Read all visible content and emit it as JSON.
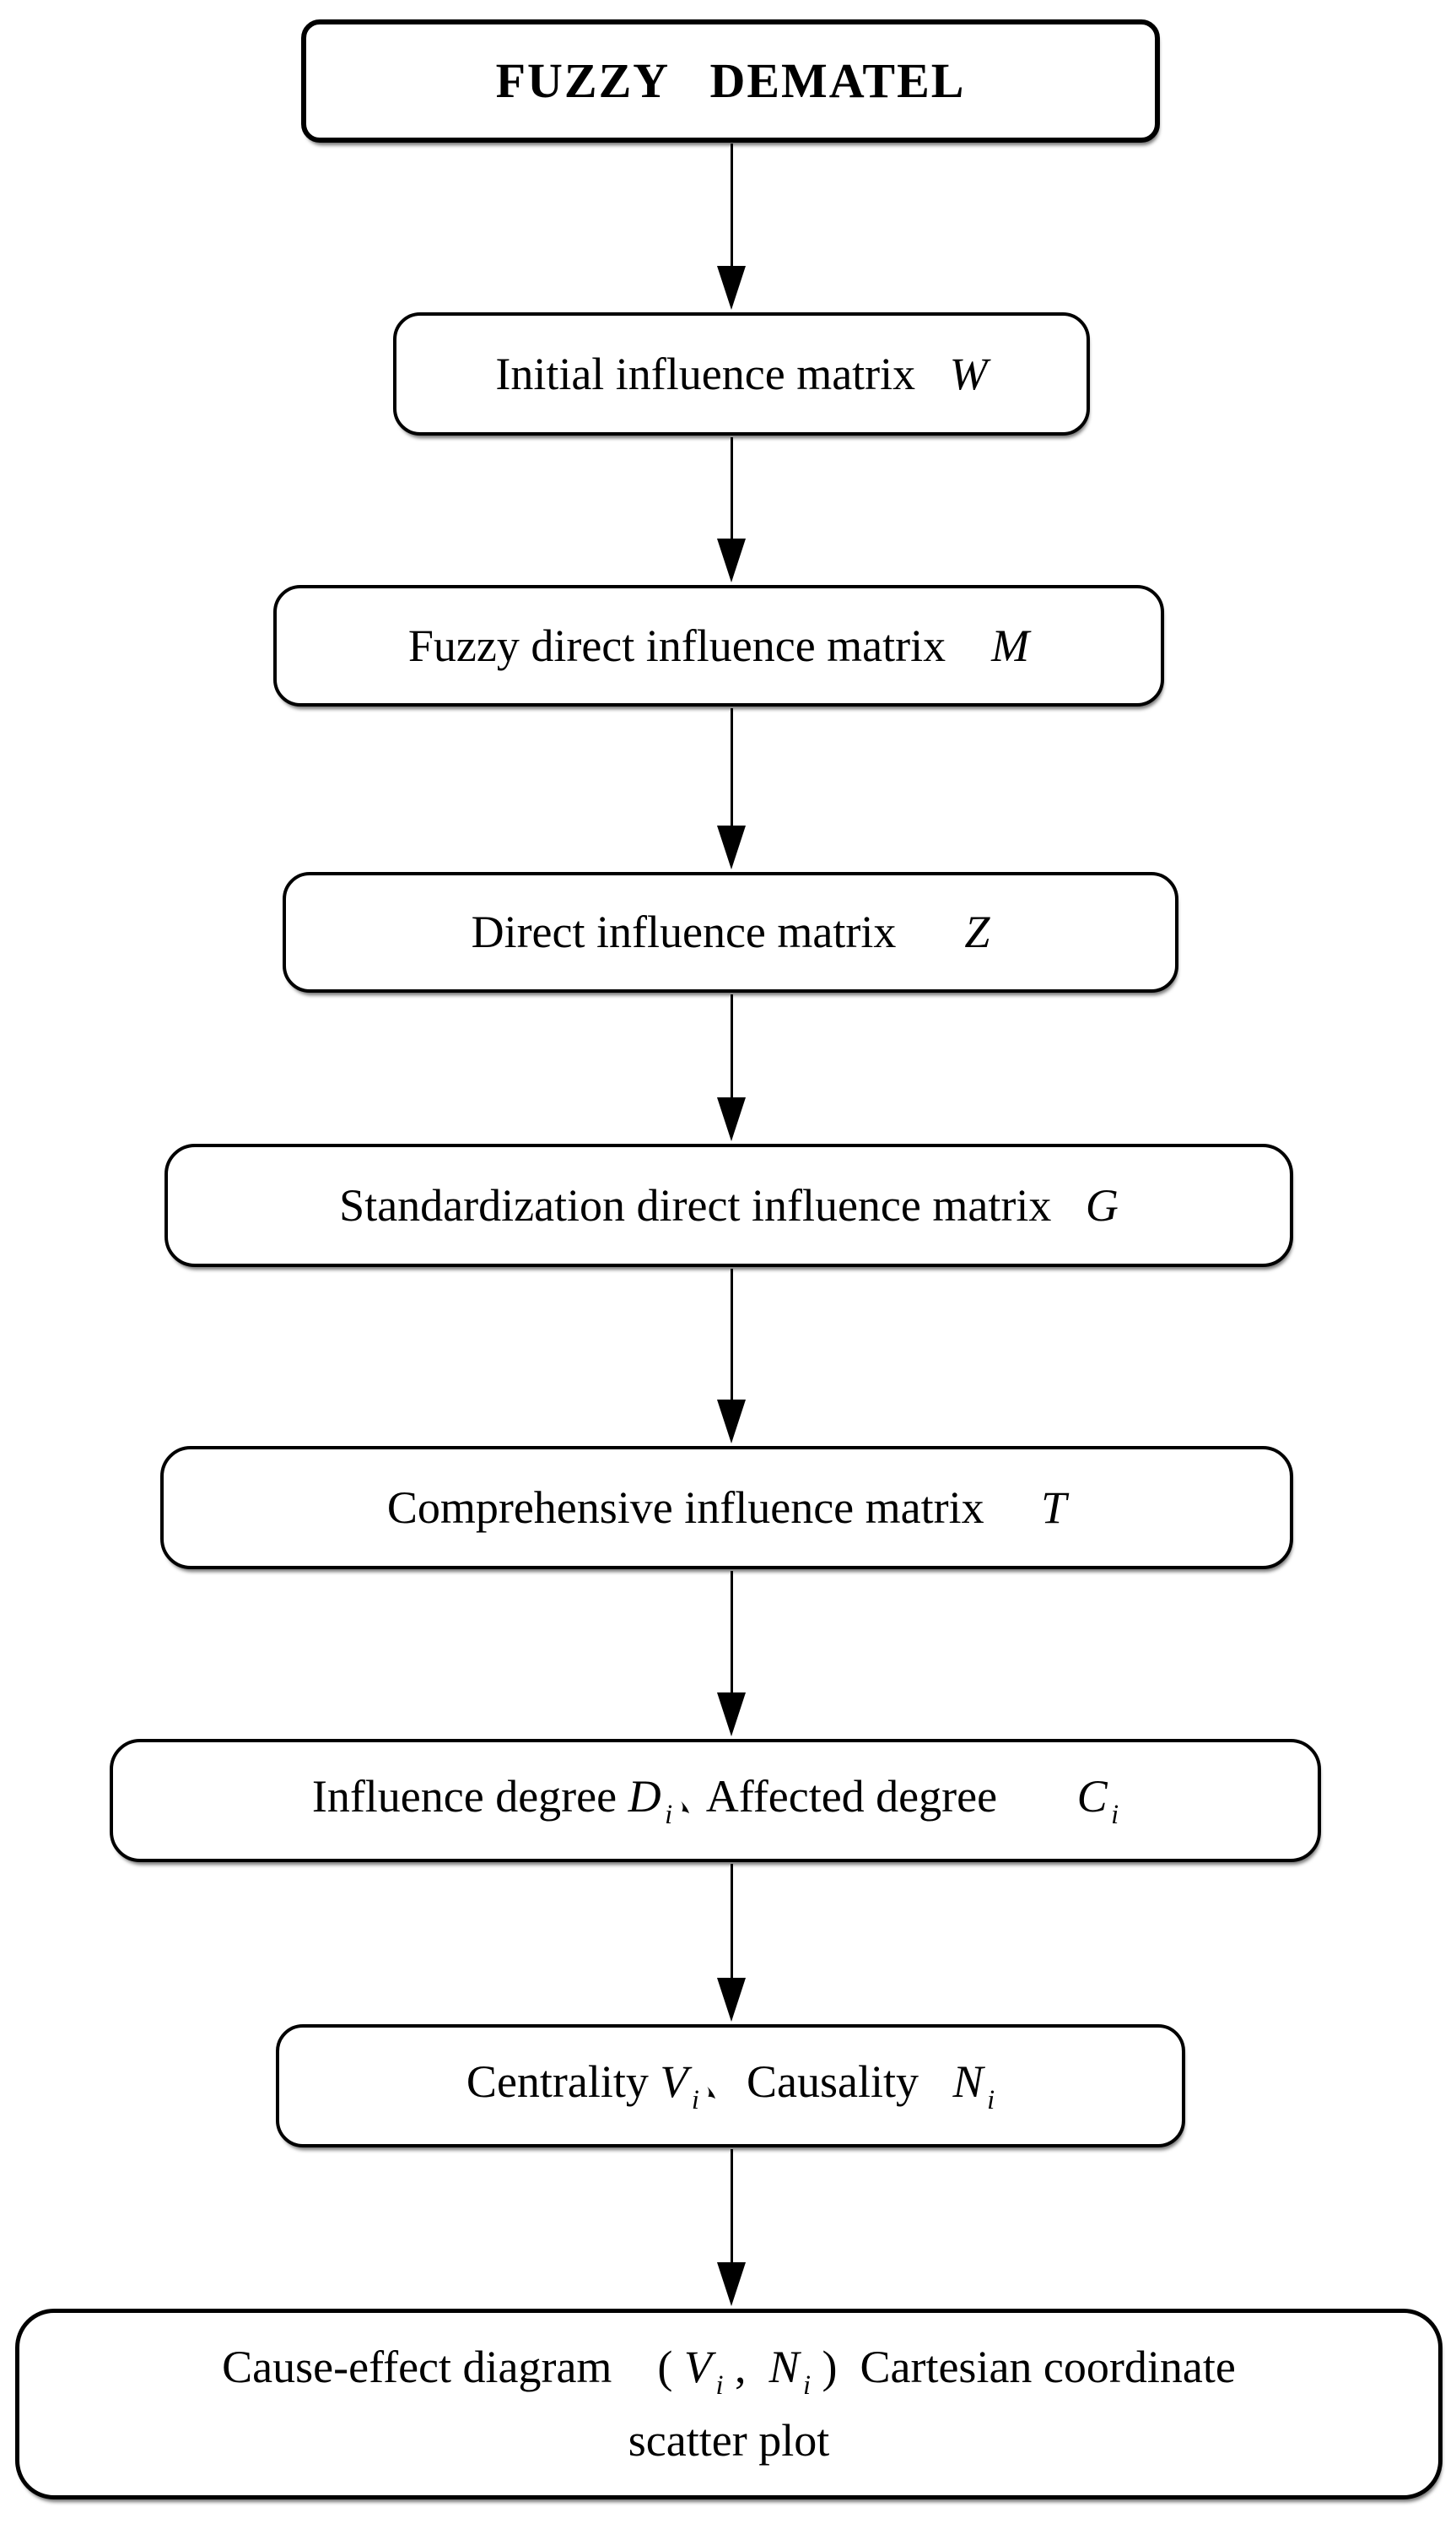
{
  "figure": {
    "title": "FUZZY DEMATEL flowchart",
    "background_color": "#ffffff",
    "line_color": "#000000",
    "text_color": "#000000"
  },
  "nodes": [
    {
      "id": "fuzzy-dematel",
      "emphasis": "bold",
      "segments": [
        {
          "style": "text",
          "text": "FUZZY   DEMATEL"
        }
      ]
    },
    {
      "id": "initial-influence-matrix",
      "segments": [
        {
          "style": "text",
          "text": "Initial influence matrix   "
        },
        {
          "style": "var",
          "text": "W"
        }
      ]
    },
    {
      "id": "fuzzy-direct-influence-matrix",
      "segments": [
        {
          "style": "text",
          "text": "Fuzzy direct influence matrix    "
        },
        {
          "style": "var",
          "text": "M"
        }
      ]
    },
    {
      "id": "direct-influence-matrix",
      "segments": [
        {
          "style": "text",
          "text": "Direct influence matrix      "
        },
        {
          "style": "var",
          "text": "Z"
        }
      ]
    },
    {
      "id": "standardization-direct-influence-matrix",
      "segments": [
        {
          "style": "text",
          "text": "Standardization direct influence matrix   "
        },
        {
          "style": "var",
          "text": "G"
        }
      ]
    },
    {
      "id": "comprehensive-influence-matrix",
      "segments": [
        {
          "style": "text",
          "text": "Comprehensive influence matrix     "
        },
        {
          "style": "var",
          "text": "T"
        }
      ]
    },
    {
      "id": "influence-affected-degree",
      "segments": [
        {
          "style": "text",
          "text": "Influence degree "
        },
        {
          "style": "var",
          "text": "D"
        },
        {
          "style": "sub",
          "text": "i"
        },
        {
          "style": "cjk-comma",
          "text": "、"
        },
        {
          "style": "text",
          "text": " Affected degree       "
        },
        {
          "style": "var",
          "text": "C"
        },
        {
          "style": "sub",
          "text": "i"
        }
      ]
    },
    {
      "id": "centrality-causality",
      "segments": [
        {
          "style": "text",
          "text": "Centrality "
        },
        {
          "style": "var",
          "text": "V"
        },
        {
          "style": "sub",
          "text": "i"
        },
        {
          "style": "cjk-comma",
          "text": "、"
        },
        {
          "style": "text",
          "text": "  Causality   "
        },
        {
          "style": "var",
          "text": "N"
        },
        {
          "style": "sub",
          "text": "i"
        }
      ]
    },
    {
      "id": "cause-effect-diagram",
      "segments": [
        {
          "style": "text",
          "text": "Cause-effect diagram    ( "
        },
        {
          "style": "var",
          "text": "V"
        },
        {
          "style": "sub",
          "text": "i"
        },
        {
          "style": "text",
          "text": " ,  "
        },
        {
          "style": "var",
          "text": "N"
        },
        {
          "style": "sub",
          "text": "i"
        },
        {
          "style": "text",
          "text": " )  Cartesian coordinate"
        },
        {
          "style": "break"
        },
        {
          "style": "text",
          "text": "scatter plot"
        }
      ]
    }
  ],
  "arrows": [
    {
      "from": "fuzzy-dematel",
      "to": "initial-influence-matrix"
    },
    {
      "from": "initial-influence-matrix",
      "to": "fuzzy-direct-influence-matrix"
    },
    {
      "from": "fuzzy-direct-influence-matrix",
      "to": "direct-influence-matrix"
    },
    {
      "from": "direct-influence-matrix",
      "to": "standardization-direct-influence-matrix"
    },
    {
      "from": "standardization-direct-influence-matrix",
      "to": "comprehensive-influence-matrix"
    },
    {
      "from": "comprehensive-influence-matrix",
      "to": "influence-affected-degree"
    },
    {
      "from": "influence-affected-degree",
      "to": "centrality-causality"
    },
    {
      "from": "centrality-causality",
      "to": "cause-effect-diagram"
    }
  ]
}
